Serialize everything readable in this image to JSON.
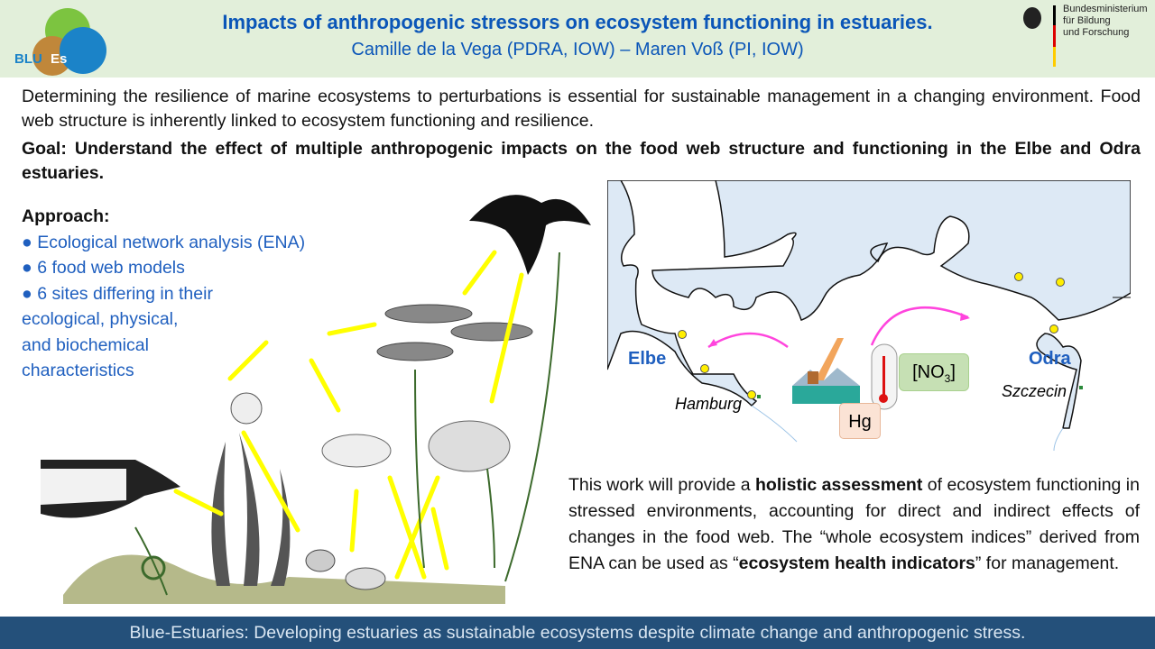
{
  "header": {
    "title": "Impacts of anthropogenic stressors on ecosystem functioning in estuaries.",
    "authors": "Camille de la Vega (PDRA, IOW) – Maren Voß (PI, IOW)",
    "logo_text": "BLUEs",
    "ministry": [
      "Bundesministerium",
      "für Bildung",
      "und Forschung"
    ]
  },
  "intro": {
    "paragraph": "Determining the resilience of marine ecosystems to perturbations is essential for sustainable management in a changing environment. Food web structure is inherently linked to ecosystem functioning and resilience.",
    "goal_label": "Goal",
    "goal_text": ": Understand the effect of multiple anthropogenic impacts on the food web structure and functioning in the Elbe and Odra estuaries."
  },
  "approach": {
    "heading": "Approach:",
    "items": [
      "● Ecological network analysis (ENA)",
      "● 6 food web models",
      "● 6 sites differing in their",
      "ecological, physical,",
      "and biochemical",
      "characteristics"
    ]
  },
  "map": {
    "elbe": "Elbe",
    "odra": "Odra",
    "hamburg": "Hamburg",
    "szczecin": "Szczecin",
    "hg": "Hg",
    "no3": "[NO",
    "no3_sub": "3",
    "no3_end": "]"
  },
  "summary": {
    "p1": "This work will provide a ",
    "b1": "holistic assessment",
    "p2": " of ecosystem functioning in stressed environments, accounting for direct and indirect effects of changes in the food web. The “whole ecosystem indices” derived from ENA can be used as “",
    "b2": "ecosystem health indicators",
    "p3": "” for management."
  },
  "footer": "Blue-Estuaries: Developing estuaries as sustainable ecosystems despite climate change and anthropogenic stress.",
  "colors": {
    "header_bg": "#e2efda",
    "title": "#0b56b8",
    "footer_bg": "#24507a",
    "sea": "#dde9f5",
    "arrow": "#ffff00",
    "pink": "#ff44dd"
  }
}
